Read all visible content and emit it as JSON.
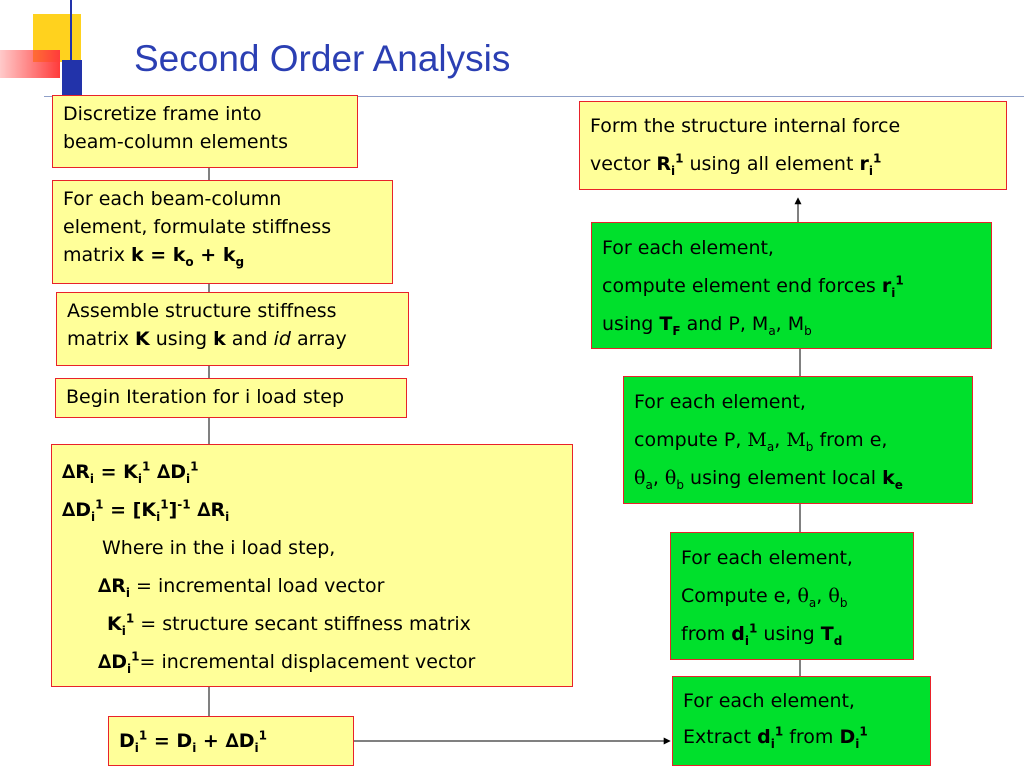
{
  "slide": {
    "title": "Second Order Analysis",
    "colors": {
      "title": "#2b3fb3",
      "box_border": "#e8222a",
      "yellow_box": "#ffff99",
      "green_box": "#00e02c",
      "deco_yellow": "#ffd21e",
      "deco_red": "#ff3b3b",
      "deco_blue": "#2233aa"
    }
  },
  "left": {
    "discretize": {
      "line1": "Discretize frame into",
      "line2": "beam-column elements"
    },
    "formulate": {
      "line1": "For each beam-column",
      "line2": "element, formulate stiffness",
      "line3_prefix": "matrix ",
      "eq": {
        "k": "k",
        "eq_sign": " = ",
        "k1": "k",
        "sub1": "o",
        "plus": " + ",
        "k2": "k",
        "sub2": "g"
      }
    },
    "assemble": {
      "line1": "Assemble structure stiffness",
      "line2": {
        "matrix": "matrix ",
        "K": "K",
        "using": " using ",
        "k": "k",
        "and": " and ",
        "id": "id",
        "array": " array"
      }
    },
    "begin": {
      "text": "Begin Iteration for i load step"
    },
    "iteration": {
      "eq1": {
        "delta": "∆",
        "R": "R",
        "i": "i",
        "eq": " = K",
        "i2": "i",
        "one": "1",
        "sp": " ",
        "delta2": "∆",
        "D": "D",
        "i3": "i",
        "one2": "1"
      },
      "eq2": {
        "delta": "∆",
        "D": "D",
        "i": "i",
        "one": "1",
        "eq": " = [K",
        "i2": "i",
        "one2": "1",
        "close": "]",
        "inv": "-1",
        "sp": " ",
        "delta2": "∆",
        "R": "R",
        "i3": "i"
      },
      "where": "Where in the i load step,",
      "def1": {
        "delta": "∆",
        "R": "R",
        "i": "i",
        "text": " = incremental load vector"
      },
      "def2": {
        "K": "K",
        "i": "i",
        "one": "1",
        "text": "  = structure secant stiffness matrix"
      },
      "def3": {
        "delta": "∆",
        "D": "D",
        "i": "i",
        "one": "1",
        "text": "= incremental displacement vector"
      }
    },
    "update": {
      "D": "D",
      "i": "i",
      "one": "1",
      "eq": " = D",
      "i2": "i",
      "plus": " + ",
      "delta": "∆",
      "D2": "D",
      "i3": "i",
      "one2": "1"
    }
  },
  "right": {
    "extract": {
      "line1": "For each element,",
      "line2_prefix": "Extract ",
      "d": "d",
      "i": "i",
      "one": "1",
      "from": " from ",
      "D": "D",
      "i2": "i",
      "one2": "1"
    },
    "compute_deform": {
      "line1": "For each element,",
      "line2_prefix": "Compute e, ",
      "theta": "θ",
      "a": "a",
      "comma": ", ",
      "theta2": "θ",
      "b": "b",
      "line3_from": "from ",
      "d": "d",
      "i": "i",
      "one": "1",
      "using": " using ",
      "T": "T",
      "sub": "d"
    },
    "compute_forces": {
      "line1": "For each element,",
      "line2_prefix": "compute P, ",
      "M": "M",
      "a": "a",
      "comma": ", ",
      "M2": "M",
      "b": "b",
      "from": "  from e,",
      "theta": "θ",
      "a2": "a",
      "comma2": ", ",
      "theta2": "θ",
      "b2": "b",
      "using": " using element local ",
      "k": "k",
      "e": "e"
    },
    "end_forces": {
      "line1": "For each element,",
      "line2_prefix": "compute element end forces ",
      "r": "r",
      "i": "i",
      "one": "1",
      "line3_using": "using ",
      "T": "T",
      "F": "F",
      "rest": " and P, M",
      "a": "a",
      "comma": ", M",
      "b": "b"
    },
    "internal": {
      "line1": "Form the structure internal force",
      "line2_prefix": "vector ",
      "R": "R",
      "i": "i",
      "one": "1",
      "using": " using all element ",
      "r": "r",
      "i2": "i",
      "one2": "1"
    }
  }
}
